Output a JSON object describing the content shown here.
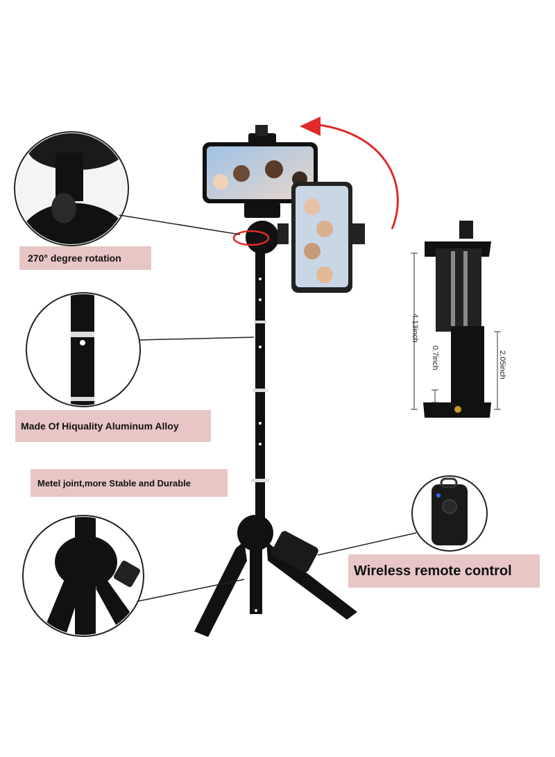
{
  "labels": {
    "rotation": "270° degree rotation",
    "material": "Made Of Hiquality Aluminum Alloy",
    "joint": "Metel joint,more Stable and Durable",
    "remote": "Wireless remote control"
  },
  "dimensions": {
    "height": "4.13inch",
    "gap": "0.7inch",
    "width": "2.05inch"
  },
  "colors": {
    "label_bg": "#e8c6c6",
    "arrow_red": "#e02a2a",
    "device_black": "#111111",
    "phone_blue": "#2e6bff"
  }
}
